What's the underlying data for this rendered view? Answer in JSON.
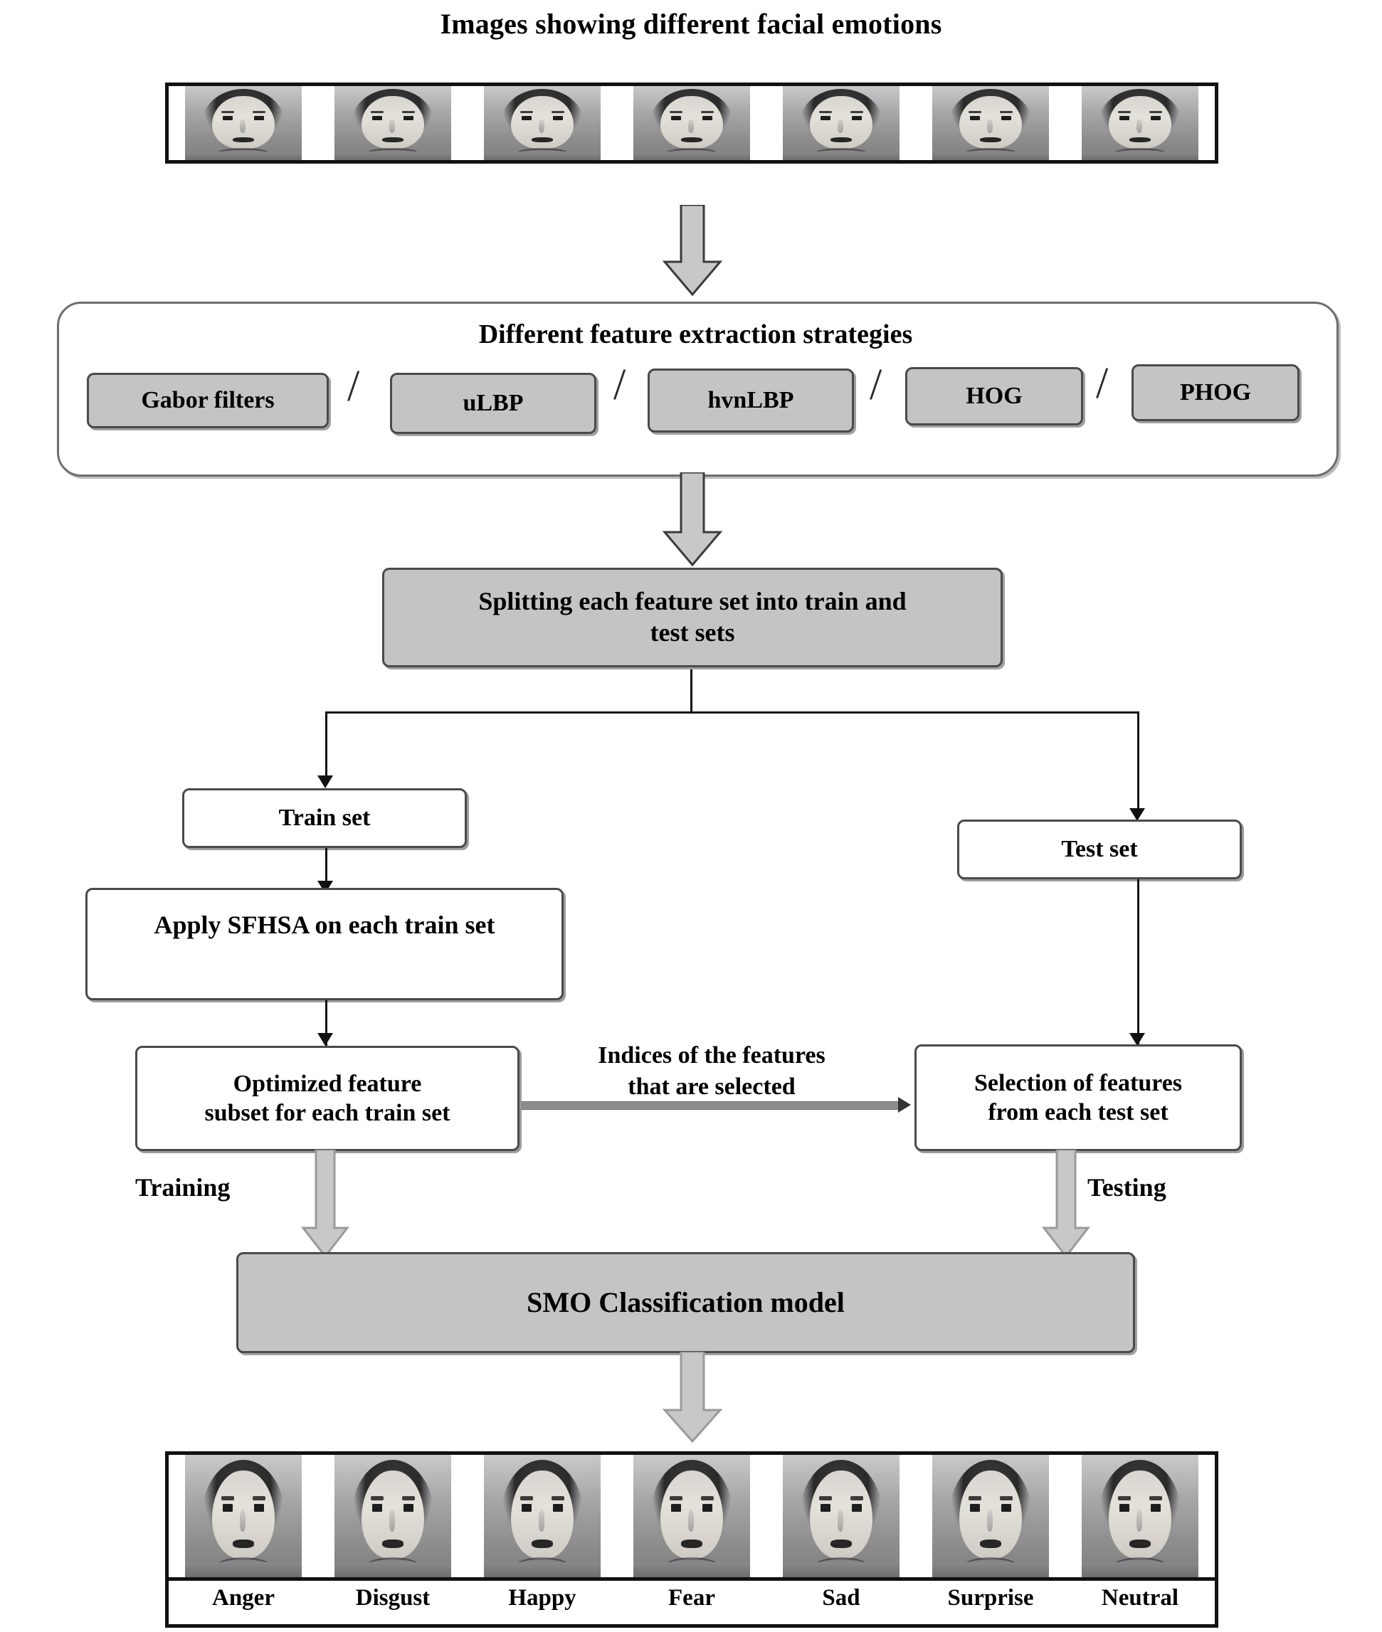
{
  "title": "Images showing different facial emotions",
  "top_strip": {
    "cell_count": 7
  },
  "feature_extraction": {
    "heading": "Different feature extraction strategies",
    "separator": "/",
    "methods": [
      {
        "label": "Gabor filters"
      },
      {
        "label": "uLBP"
      },
      {
        "label": "hvnLBP"
      },
      {
        "label": "HOG"
      },
      {
        "label": "PHOG"
      }
    ]
  },
  "split_box": {
    "line1": "Splitting each feature set into train and",
    "line2": "test sets"
  },
  "train_set": {
    "label": "Train set"
  },
  "test_set": {
    "label": "Test set"
  },
  "apply_sfhsa": {
    "label": "Apply SFHSA on each train set"
  },
  "optimized_subset": {
    "line1": "Optimized feature",
    "line2": "subset for each train set"
  },
  "selection_features": {
    "line1": "Selection of features",
    "line2": "from each test set"
  },
  "indices_label": {
    "line1": "Indices of the features",
    "line2": "that are selected"
  },
  "training_label": "Training",
  "testing_label": "Testing",
  "classifier": {
    "label": "SMO Classification model"
  },
  "output_strip": {
    "emotions": [
      "Anger",
      "Disgust",
      "Happy",
      "Fear",
      "Sad",
      "Surprise",
      "Neutral"
    ]
  },
  "colors": {
    "gray_fill": "#c4c4c4",
    "arrow_fill": "#c8c8c8",
    "border_dark": "#4a4a4a",
    "line": "#111111",
    "background": "#ffffff"
  }
}
